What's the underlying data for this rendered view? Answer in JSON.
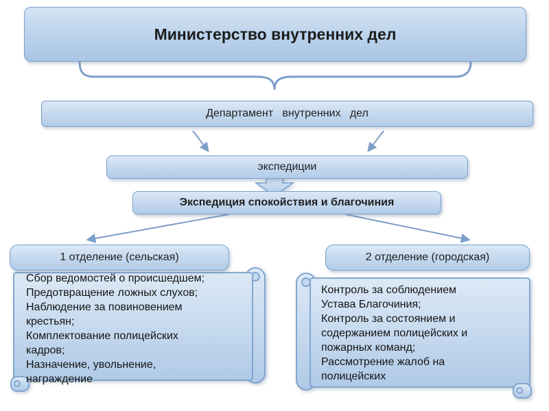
{
  "slide": {
    "title": "Министерство внутренних дел",
    "department": "Департамент   внутренних   дел",
    "expeditions": "экспедиции",
    "expedition_main": "Экспедиция спокойствия и благочиния",
    "branch1_title": "1 отделение (сельская)",
    "branch1_duties": "Сбор ведомостей о происшедшем;\nПредотвращение ложных слухов;\nНаблюдение за повиновением\nкрестьян;\nКомплектование полицейских\nкадров;\nНазначение, увольнение,\nнаграждение",
    "branch2_title": "2 отделение (городская)",
    "branch2_duties": "Контроль за соблюдением\nУстава Благочиния;\nКонтроль за состоянием и\nсодержанием полицейских и\nпожарных команд;\nРассмотрение жалоб на\nполицейских"
  },
  "colors": {
    "box_border": "#7aa0cc",
    "box_fill_light": "#dce9f6",
    "box_fill_dark": "#b3cce8",
    "connector": "#7d9ec7",
    "text_dark": "#1f1f1f"
  }
}
